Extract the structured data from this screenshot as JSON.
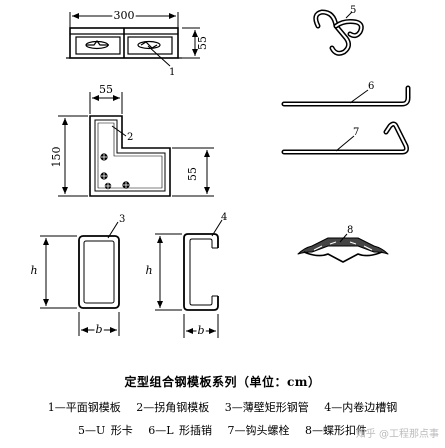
{
  "title": "定型组合钢模板系列（单位：cm）",
  "dimensions": {
    "plate_width": "300",
    "plate_height": "55",
    "corner_top": "55",
    "corner_height": "150",
    "corner_side": "55",
    "b": "b",
    "h": "h"
  },
  "callouts": [
    "1",
    "2",
    "3",
    "4",
    "5",
    "6",
    "7",
    "8"
  ],
  "legend": [
    "1—平面钢模板",
    "2—拐角钢模板",
    "3—薄壁矩形钢管",
    "4—内卷边槽钢",
    "5—U 形卡",
    "6—L 形插销",
    "7—钩头螺栓",
    "8—蝶形扣件"
  ],
  "watermark": "知乎 @工程那点事"
}
